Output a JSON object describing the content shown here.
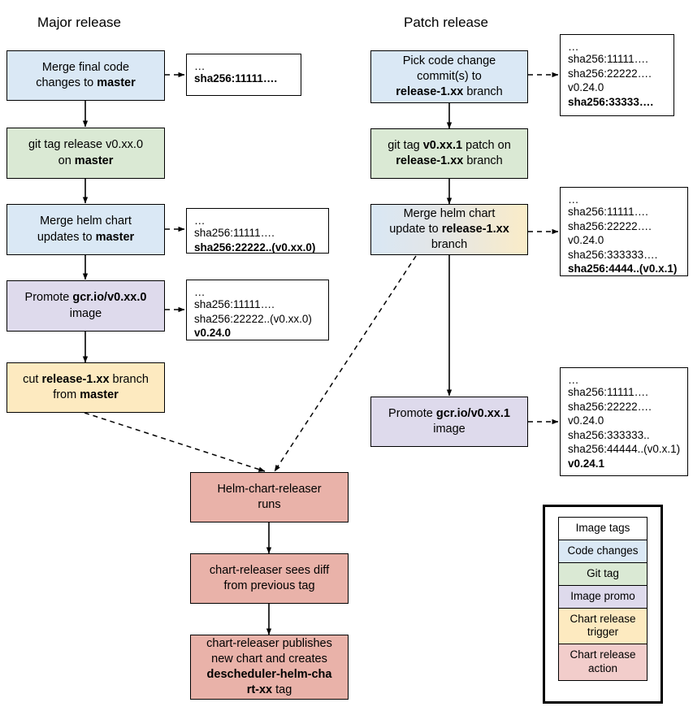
{
  "titles": {
    "major": "Major release",
    "patch": "Patch release"
  },
  "major_nodes": [
    {
      "id": "merge-final-code",
      "kind": "code-changes",
      "color": "#dae8f5",
      "lines": [
        {
          "t": "Merge final code"
        },
        {
          "t": "changes to ",
          "b": "master"
        }
      ]
    },
    {
      "id": "git-tag-release",
      "kind": "git-tag",
      "color": "#dae9d4",
      "lines": [
        {
          "t": "git tag release v0.xx.0"
        },
        {
          "t": "on ",
          "b": "master"
        }
      ]
    },
    {
      "id": "merge-helm-chart-master",
      "kind": "code-changes",
      "color": "#dae8f5",
      "lines": [
        {
          "t": "Merge helm chart"
        },
        {
          "t": "updates to ",
          "b": "master"
        }
      ]
    },
    {
      "id": "promote-image-major",
      "kind": "image-promo",
      "color": "#dedaec",
      "lines": [
        {
          "t": "Promote ",
          "b": "gcr.io/v0.xx.0"
        },
        {
          "t": "image"
        }
      ]
    },
    {
      "id": "cut-release-branch",
      "kind": "chart-release-trigger",
      "color": "#fdeac0",
      "lines": [
        {
          "t": "cut ",
          "b": "release-1.xx",
          "t2": " branch"
        },
        {
          "t": "from ",
          "b": "master"
        }
      ]
    }
  ],
  "patch_nodes": [
    {
      "id": "pick-code-change-commits",
      "kind": "code-changes",
      "color": "#dae8f5",
      "lines": [
        {
          "t": "Pick code change"
        },
        {
          "t": "commit(s) to"
        },
        {
          "b": "release-1.xx",
          "t2": " branch"
        }
      ]
    },
    {
      "id": "git-tag-patch",
      "kind": "git-tag",
      "color": "#dae9d4",
      "lines": [
        {
          "t": "git tag ",
          "b": "v0.xx.1",
          "t2": " patch on"
        },
        {
          "b": "release-1.xx",
          "t2": " branch"
        }
      ]
    },
    {
      "id": "merge-helm-chart-release-branch",
      "kind": "code-changes-and-trigger",
      "color": "gradient",
      "lines": [
        {
          "t": "Merge helm chart"
        },
        {
          "t": "update to ",
          "b": "release-1.xx"
        },
        {
          "t": "branch"
        }
      ]
    },
    {
      "id": "promote-image-patch",
      "kind": "image-promo",
      "color": "#dedaec",
      "lines": [
        {
          "t": "Promote ",
          "b": "gcr.io/v0.xx.1"
        },
        {
          "t": "image"
        }
      ]
    }
  ],
  "chart_release_nodes": [
    {
      "id": "helm-chart-releaser-runs",
      "kind": "chart-release-action",
      "color": "#e9b2a9",
      "lines": [
        {
          "t": "Helm-chart-releaser"
        },
        {
          "t": "runs"
        }
      ]
    },
    {
      "id": "chart-releaser-sees-diff",
      "kind": "chart-release-action",
      "color": "#e9b2a9",
      "lines": [
        {
          "t": "chart-releaser sees diff"
        },
        {
          "t": "from previous tag"
        }
      ]
    },
    {
      "id": "chart-releaser-publishes",
      "kind": "chart-release-action",
      "color": "#e9b2a9",
      "lines": [
        {
          "t": "chart-releaser publishes"
        },
        {
          "t": "new chart and creates"
        },
        {
          "b": "descheduler-helm-cha"
        },
        {
          "b": "rt-xx",
          "t2": " tag"
        }
      ]
    }
  ],
  "tag_boxes": [
    {
      "id": "tags-after-merge-final-code",
      "lines": [
        {
          "t": "…",
          "dots": true
        },
        {
          "t": "sha256:11111….",
          "bold": true
        }
      ]
    },
    {
      "id": "tags-after-merge-helm-chart-master",
      "lines": [
        {
          "t": "…",
          "dots": true
        },
        {
          "t": "sha256:11111…."
        },
        {
          "t": "sha256:22222..(v0.xx.0)",
          "bold": true
        }
      ]
    },
    {
      "id": "tags-after-promote-image-major",
      "lines": [
        {
          "t": "…",
          "dots": true
        },
        {
          "t": "sha256:11111…."
        },
        {
          "t": "sha256:22222..(v0.xx.0)"
        },
        {
          "t": "v0.24.0",
          "bold": true
        }
      ]
    },
    {
      "id": "tags-after-pick-code-change",
      "lines": [
        {
          "t": "…",
          "dots": true
        },
        {
          "t": "sha256:11111…."
        },
        {
          "t": "sha256:22222…."
        },
        {
          "t": "v0.24.0"
        },
        {
          "t": "sha256:33333….",
          "bold": true
        }
      ]
    },
    {
      "id": "tags-after-merge-helm-chart-release-branch",
      "lines": [
        {
          "t": "…",
          "dots": true
        },
        {
          "t": "sha256:11111…."
        },
        {
          "t": "sha256:22222…."
        },
        {
          "t": "v0.24.0"
        },
        {
          "t": "sha256:333333…."
        },
        {
          "t": "sha256:4444..(v0.x.1)",
          "bold": true
        }
      ]
    },
    {
      "id": "tags-after-promote-image-patch",
      "lines": [
        {
          "t": "…",
          "dots": true
        },
        {
          "t": "sha256:11111…."
        },
        {
          "t": "sha256:22222…."
        },
        {
          "t": "v0.24.0"
        },
        {
          "t": "sha256:333333.."
        },
        {
          "t": "sha256:44444..(v0.x.1)"
        },
        {
          "t": "v0.24.1",
          "bold": true
        }
      ]
    }
  ],
  "legend": {
    "items": [
      {
        "label": "Image tags",
        "color": "#ffffff",
        "cls": "lg-white"
      },
      {
        "label": "Code changes",
        "color": "#dae8f5",
        "cls": "lg-blue"
      },
      {
        "label": "Git tag",
        "color": "#dae9d4",
        "cls": "lg-green"
      },
      {
        "label": "Image promo",
        "color": "#dedaec",
        "cls": "lg-purple"
      },
      {
        "label": "Chart release trigger",
        "color": "#fdeac0",
        "cls": "lg-yellow"
      },
      {
        "label": "Chart release action",
        "color": "#f2cdcb",
        "cls": "lg-pink"
      }
    ]
  },
  "edges": {
    "solid_label": "sequence arrow",
    "dashed_label": "produces arrow"
  }
}
